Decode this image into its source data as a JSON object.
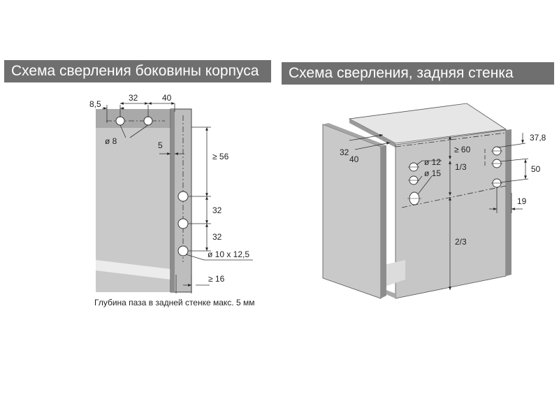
{
  "titles": {
    "left": "Схема сверления боковины корпуса",
    "right": "Схема сверления, задняя стенка"
  },
  "left_diagram": {
    "dims": {
      "d8_5": "8,5",
      "d32": "32",
      "d40": "40",
      "hole_dia": "ø 8",
      "d5": "5",
      "d56": "≥ 56",
      "d32a": "32",
      "d32b": "32",
      "hole_dia2": "ø 10 x 12,5",
      "d16": "≥ 16"
    },
    "caption": "Глубина паза в задней стенке макс. 5 мм"
  },
  "right_diagram": {
    "dims": {
      "d32": "32",
      "d40": "40",
      "d60": "≥ 60",
      "third1": "1/3",
      "third2": "2/3",
      "dia12": "ø 12",
      "dia15": "ø 15",
      "d37_8": "37,8",
      "d50": "50",
      "d19": "19"
    }
  },
  "colors": {
    "header_bg": "#6f6f6f",
    "panel_fill": "#c9c9c9",
    "panel_light": "#e4e4e4",
    "panel_dark": "#8d8d8d",
    "line": "#222222"
  }
}
